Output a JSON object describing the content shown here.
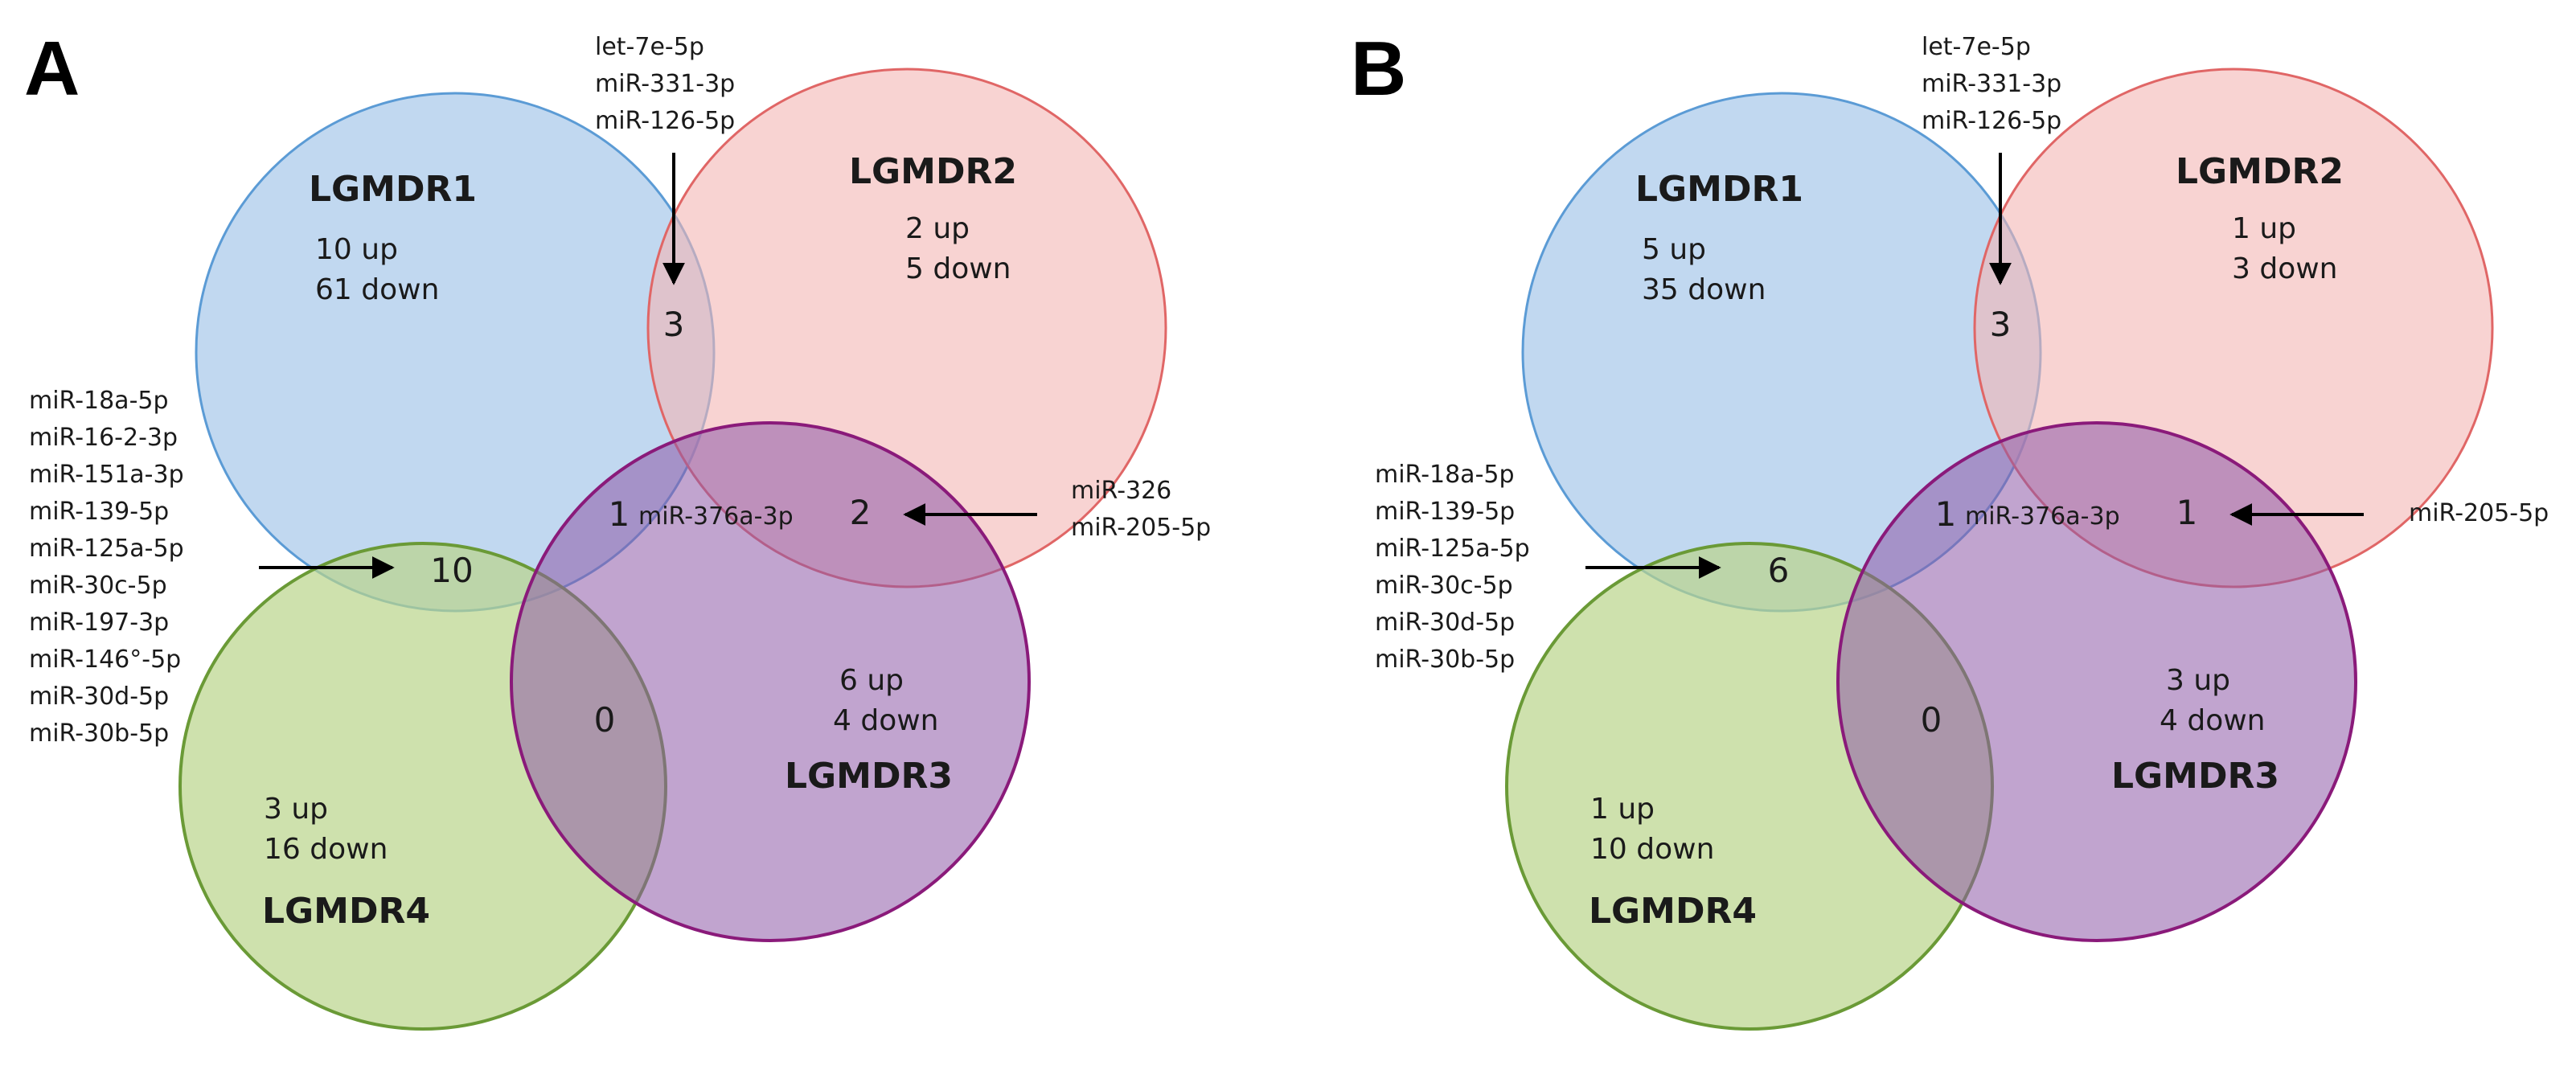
{
  "colors": {
    "r1_fill": "#9fc3e8",
    "r1_stroke": "#5b9bd5",
    "r2_fill": "#f4b6b4",
    "r2_stroke": "#e06666",
    "r3_fill": "#8e5aa8",
    "r3_stroke": "#8a1a7a",
    "r4_fill": "#b9d48a",
    "r4_stroke": "#6a9a36"
  },
  "panels": [
    {
      "label": "A",
      "r1": {
        "name": "LGMDR1",
        "up": "10 up",
        "down": "61 down"
      },
      "r2": {
        "name": "LGMDR2",
        "up": "2 up",
        "down": "5 down"
      },
      "r3": {
        "name": "LGMDR3",
        "up": "6 up",
        "down": "4 down"
      },
      "r4": {
        "name": "LGMDR4",
        "up": "3 up",
        "down": "16 down"
      },
      "ov12": "3",
      "ov123": "1",
      "ov123_mir": "miR-376a-3p",
      "ov23": "2",
      "ov14": "10",
      "ov34": "0",
      "top_mirs": [
        "let-7e-5p",
        "miR-331-3p",
        "miR-126-5p"
      ],
      "right_mirs": [
        "miR-326",
        "miR-205-5p"
      ],
      "left_mirs": [
        "miR-18a-5p",
        "miR-16-2-3p",
        "miR-151a-3p",
        "miR-139-5p",
        "miR-125a-5p",
        "miR-30c-5p",
        "miR-197-3p",
        "miR-146°-5p",
        "miR-30d-5p",
        "miR-30b-5p"
      ]
    },
    {
      "label": "B",
      "r1": {
        "name": "LGMDR1",
        "up": "5 up",
        "down": "35 down"
      },
      "r2": {
        "name": "LGMDR2",
        "up": "1 up",
        "down": "3 down"
      },
      "r3": {
        "name": "LGMDR3",
        "up": "3 up",
        "down": "4 down"
      },
      "r4": {
        "name": "LGMDR4",
        "up": "1 up",
        "down": "10 down"
      },
      "ov12": "3",
      "ov123": "1",
      "ov123_mir": "miR-376a-3p",
      "ov23": "1",
      "ov14": "6",
      "ov34": "0",
      "top_mirs": [
        "let-7e-5p",
        "miR-331-3p",
        "miR-126-5p"
      ],
      "right_mirs": [
        "miR-205-5p"
      ],
      "left_mirs": [
        "miR-18a-5p",
        "miR-139-5p",
        "miR-125a-5p",
        "miR-30c-5p",
        "miR-30d-5p",
        "miR-30b-5p"
      ]
    }
  ]
}
